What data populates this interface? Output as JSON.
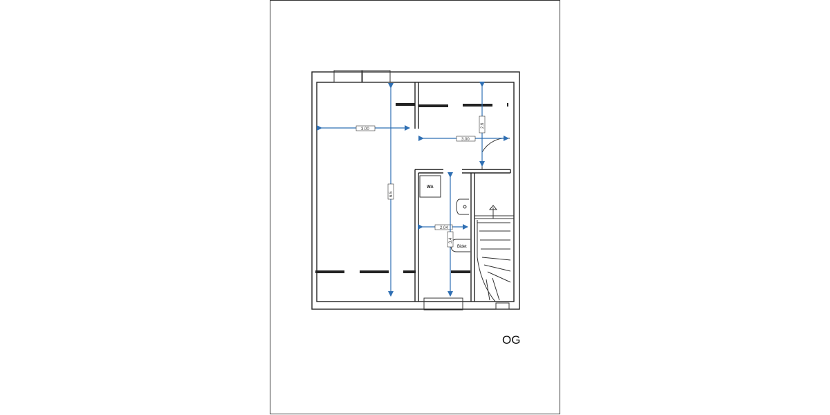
{
  "floor_label": "OG",
  "rooms": {
    "wash_basin": "WA",
    "bidet": "Bidet"
  },
  "dimensions": {
    "left_room_width": "3.00",
    "left_room_depth": "6.5",
    "upper_room_width": "3.00",
    "upper_room_depth": "2.6",
    "bath_width": "2.04",
    "bath_depth": "3.4"
  },
  "colors": {
    "dimension_arrow": "#2f6fb3",
    "wall": "#222222"
  }
}
